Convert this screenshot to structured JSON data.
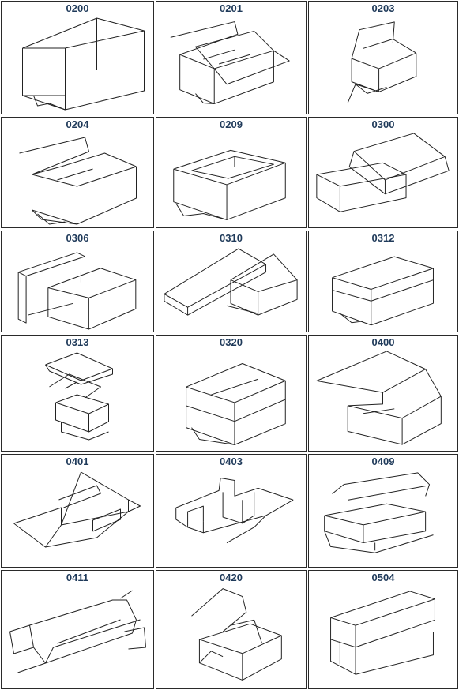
{
  "boxes": [
    {
      "code": "0200",
      "icon": "rsc-open-box-icon"
    },
    {
      "code": "0201",
      "icon": "rsc-flaps-open-icon"
    },
    {
      "code": "0203",
      "icon": "fol-box-icon"
    },
    {
      "code": "0204",
      "icon": "cssc-box-icon"
    },
    {
      "code": "0209",
      "icon": "offset-flap-box-icon"
    },
    {
      "code": "0300",
      "icon": "telescope-lid-box-icon"
    },
    {
      "code": "0306",
      "icon": "tray-with-lid-icon"
    },
    {
      "code": "0310",
      "icon": "lid-over-tray-icon"
    },
    {
      "code": "0312",
      "icon": "full-telescope-box-icon"
    },
    {
      "code": "0313",
      "icon": "double-cover-box-icon"
    },
    {
      "code": "0320",
      "icon": "slotted-telescope-icon"
    },
    {
      "code": "0400",
      "icon": "folder-hinged-lid-icon"
    },
    {
      "code": "0401",
      "icon": "folder-tray-icon"
    },
    {
      "code": "0403",
      "icon": "folder-wrap-icon"
    },
    {
      "code": "0409",
      "icon": "roll-end-tray-icon"
    },
    {
      "code": "0411",
      "icon": "wraparound-folder-icon"
    },
    {
      "code": "0420",
      "icon": "mailer-box-icon"
    },
    {
      "code": "0504",
      "icon": "slide-sleeve-box-icon"
    }
  ]
}
